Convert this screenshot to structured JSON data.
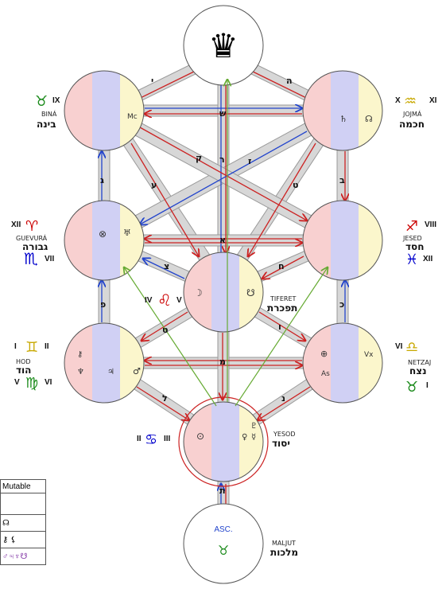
{
  "crown_glyph": "♛",
  "sefirot": {
    "bina": {
      "name": "BINÁ",
      "hebrew": "בינה"
    },
    "jojma": {
      "name": "JOJMÁ",
      "hebrew": "חכמה"
    },
    "guevura": {
      "name": "GUEVURÁ",
      "hebrew": "גבורה"
    },
    "jesed": {
      "name": "JESED",
      "hebrew": "חסד"
    },
    "tiferet": {
      "name": "TIFERET",
      "hebrew": "תפכרת"
    },
    "hod": {
      "name": "HOD",
      "hebrew": "הוד"
    },
    "netzaj": {
      "name": "NETZAJ",
      "hebrew": "נצח"
    },
    "yesod": {
      "name": "YESOD",
      "hebrew": "יסוד"
    },
    "maljut": {
      "name": "MALJUT",
      "hebrew": "מלכות",
      "asc_label": "ASC."
    }
  },
  "planets": {
    "bina": [
      "Mc"
    ],
    "jojma": [
      "♄",
      "☊"
    ],
    "guevura": [
      "⊗",
      "♅"
    ],
    "tiferet": [
      "☽",
      "☋"
    ],
    "hod": [
      "⚷",
      "♆",
      "♃",
      "♂"
    ],
    "netzaj": [
      "⊕",
      "Vx",
      "As"
    ],
    "yesod": [
      "⊙",
      "♀",
      "☿",
      "♇"
    ],
    "maljut": [
      "♉"
    ]
  },
  "signs": {
    "bina": {
      "glyph": "♉",
      "house": "IX",
      "color": "#1a8a1a"
    },
    "jojma": {
      "glyph": "♒",
      "house_left": "X",
      "house_right": "XI",
      "color": "#c8a800"
    },
    "guevura_top": {
      "glyph": "♈",
      "house": "XII",
      "color": "#cc0000"
    },
    "guevura_bot": {
      "glyph": "♏",
      "house": "VII",
      "color": "#0000cc"
    },
    "jesed_top": {
      "glyph": "♐",
      "house": "VIII",
      "color": "#cc0000"
    },
    "jesed_bot": {
      "glyph": "♓",
      "house": "XII",
      "color": "#0000cc"
    },
    "tiferet": {
      "glyph": "♌",
      "house_left": "IV",
      "house_right": "V",
      "color": "#cc0000"
    },
    "hod_top": {
      "glyph": "♊",
      "house_left": "I",
      "house_right": "II",
      "color": "#c8a800"
    },
    "hod_bot": {
      "glyph": "♍",
      "house_left": "V",
      "house_right": "VI",
      "color": "#1a8a1a"
    },
    "netzaj_top": {
      "glyph": "♎",
      "house": "VI",
      "color": "#c8a800"
    },
    "netzaj_bot": {
      "glyph": "♉",
      "house": "I",
      "color": "#1a8a1a"
    },
    "yesod": {
      "glyph": "♋",
      "house_left": "II",
      "house_right": "III",
      "color": "#0000cc"
    }
  },
  "path_letters": [
    "י",
    "ה",
    "ש",
    "ר",
    "ק",
    "ז",
    "ע",
    "ט",
    "ב",
    "ג",
    "א",
    "צ",
    "ח",
    "כ",
    "פ",
    "ט",
    "מ",
    "ל",
    "ו",
    "נ",
    "ת"
  ],
  "modality_table": {
    "header": "Mutable",
    "rows": [
      "",
      "☊",
      "⚷ ⚸",
      "♂♃♆☋"
    ]
  },
  "colors": {
    "pink": "#f8d0d0",
    "lavender": "#d0d0f4",
    "cream": "#fbf6cc",
    "arrow_red": "#cc2222",
    "arrow_blue": "#2244cc",
    "arrow_green": "#66aa33"
  }
}
